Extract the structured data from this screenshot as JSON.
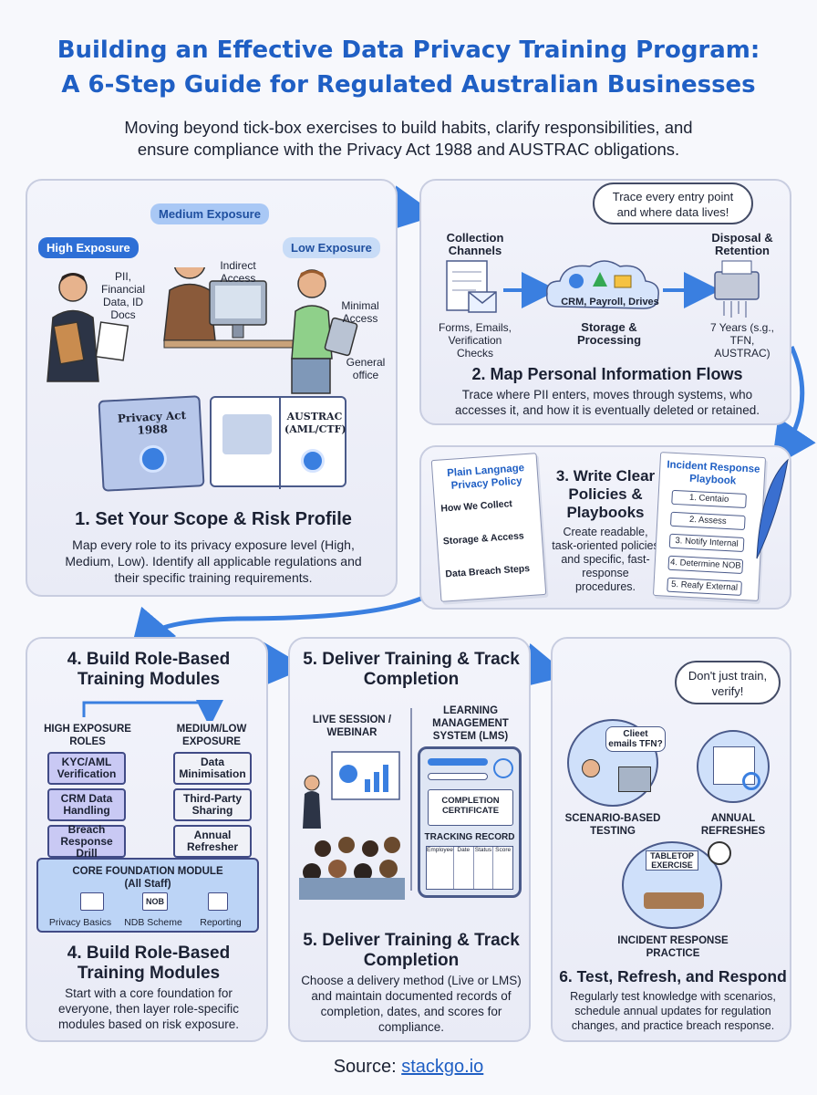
{
  "header": {
    "title_line1": "Building an Effective Data Privacy Training Program:",
    "title_line2": "A 6-Step Guide for Regulated Australian Businesses",
    "subtitle_line1": "Moving beyond tick-box exercises to build habits, clarify responsibilities, and",
    "subtitle_line2": "ensure compliance with the Privacy Act 1988 and AUSTRAC obligations."
  },
  "step1": {
    "title": "1. Set Your Scope & Risk Profile",
    "description": "Map every role to its privacy exposure level (High, Medium, Low). Identify all applicable regulations and their specific training requirements.",
    "high_pill": "High Exposure",
    "medium_pill": "Medium Exposure",
    "low_pill": "Low Exposure",
    "high_note": "PII, Financial Data, ID Docs",
    "medium_note": "Indirect Access",
    "low_note1": "Minimal Access",
    "low_note2": "General office",
    "book1": "Privacy Act 1988",
    "book2": "AUSTRAC (AML/CTF)"
  },
  "step2": {
    "title": "2. Map Personal Information Flows",
    "description": "Trace where PII enters, moves through systems, who accesses it, and how it is eventually deleted or retained.",
    "bubble": "Trace every entry point and where data lives!",
    "collection_label": "Collection Channels",
    "collection_items": "Forms, Emails, Verification Checks",
    "storage_cloud": "CRM, Payroll, Drives",
    "storage_label": "Storage & Processing",
    "disposal_label": "Disposal & Retention",
    "retention_note": "7 Years (s.g., TFN, AUSTRAC)"
  },
  "step3": {
    "title": "3. Write Clear Policies & Playbooks",
    "description": "Create readable, task-oriented policies and specific, fast-response procedures.",
    "policy_doc": {
      "title": "Plain Langnage Privacy Policy",
      "items": [
        "How We Collect",
        "Storage & Access",
        "Data Breach Steps"
      ]
    },
    "playbook_doc": {
      "title": "Incident Response Playbook",
      "steps": [
        "1. Centaio",
        "2. Assess",
        "3. Notify Internal",
        "4. Determine NOB",
        "5. Reafy External"
      ]
    }
  },
  "step4": {
    "title": "4. Build Role-Based Training Modules",
    "bottom_title": "4. Build Role-Based Training Modules",
    "description": "Start with a core foundation for everyone, then layer role-specific modules based on risk exposure.",
    "high_header": "HIGH EXPOSURE ROLES",
    "med_header": "MEDIUM/LOW EXPOSURE",
    "high_blocks": [
      "KYC/AML Verification",
      "CRM Data Handling",
      "Breach Response Drill"
    ],
    "med_blocks": [
      "Data Minimisation",
      "Third-Party Sharing",
      "Annual Refresher"
    ],
    "core_title": "CORE FOUNDATION MODULE",
    "core_sub": "(All Staff)",
    "core_items": [
      "Privacy Basics",
      "NDB Scheme",
      "Reporting"
    ],
    "ndb_icon_text": "NOB"
  },
  "step5": {
    "title": "5. Deliver Training & Track Completion",
    "bottom_title": "5. Deliver Training & Track Completion",
    "description": "Choose a delivery method (Live or LMS) and maintain documented records of completion, dates, and scores for compliance.",
    "live_label": "LIVE SESSION / WEBINAR",
    "lms_label": "LEARNING MANAGEMENT SYSTEM (LMS)",
    "certificate": "COMPLETION CERTIFICATE",
    "tracking": "TRACKING RECORD",
    "table_headers": [
      "Employee",
      "Date",
      "Status",
      "Score"
    ]
  },
  "step6": {
    "title": "6. Test, Refresh, and Respond",
    "description": "Regularly test knowledge with scenarios, schedule annual updates for regulation changes, and practice breach response.",
    "bubble": "Don't just train, verify!",
    "speech": "Clieet emails TFN?",
    "scenario_label": "SCENARIO-BASED TESTING",
    "annual_label": "ANNUAL REFRESHES",
    "tabletop": "TABLETOP EXERCISE",
    "incident_label": "INCIDENT RESPONSE PRACTICE"
  },
  "footer": {
    "source_prefix": "Source:",
    "source_link": "stackgo.io"
  },
  "colors": {
    "title_blue": "#1f5fc4",
    "pill_high": "#2e6fd6",
    "pill_medium": "#a9c8f5",
    "pill_low": "#c8dcf7",
    "block_purple": "#c9c9f4",
    "arrow_blue": "#3a7fe0"
  }
}
